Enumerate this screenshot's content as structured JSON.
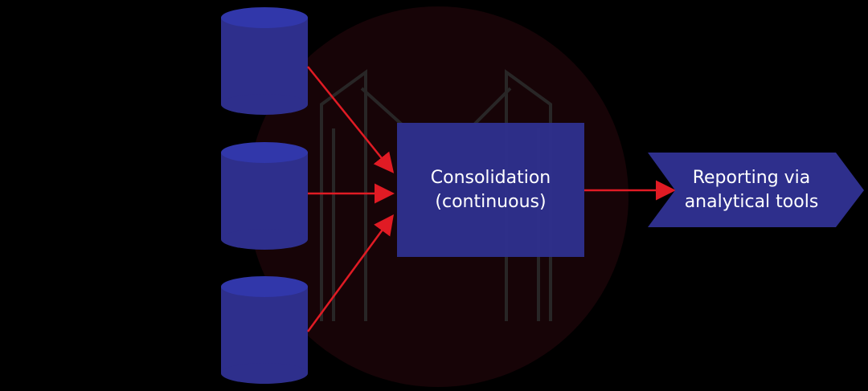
{
  "diagram": {
    "colors": {
      "background": "#000000",
      "node_fill": "#2e2f8c",
      "cylinder_top": "#2f35a6",
      "arrow": "#e01b24",
      "text": "#ffffff",
      "watermark_circle": "#1a0508"
    },
    "consolidation": {
      "line1": "Consolidation",
      "line2": "(continuous)"
    },
    "reporting": {
      "line1": "Reporting via",
      "line2": "analytical tools"
    },
    "sources": [
      {
        "id": "database-1"
      },
      {
        "id": "database-2"
      },
      {
        "id": "database-3"
      }
    ]
  }
}
